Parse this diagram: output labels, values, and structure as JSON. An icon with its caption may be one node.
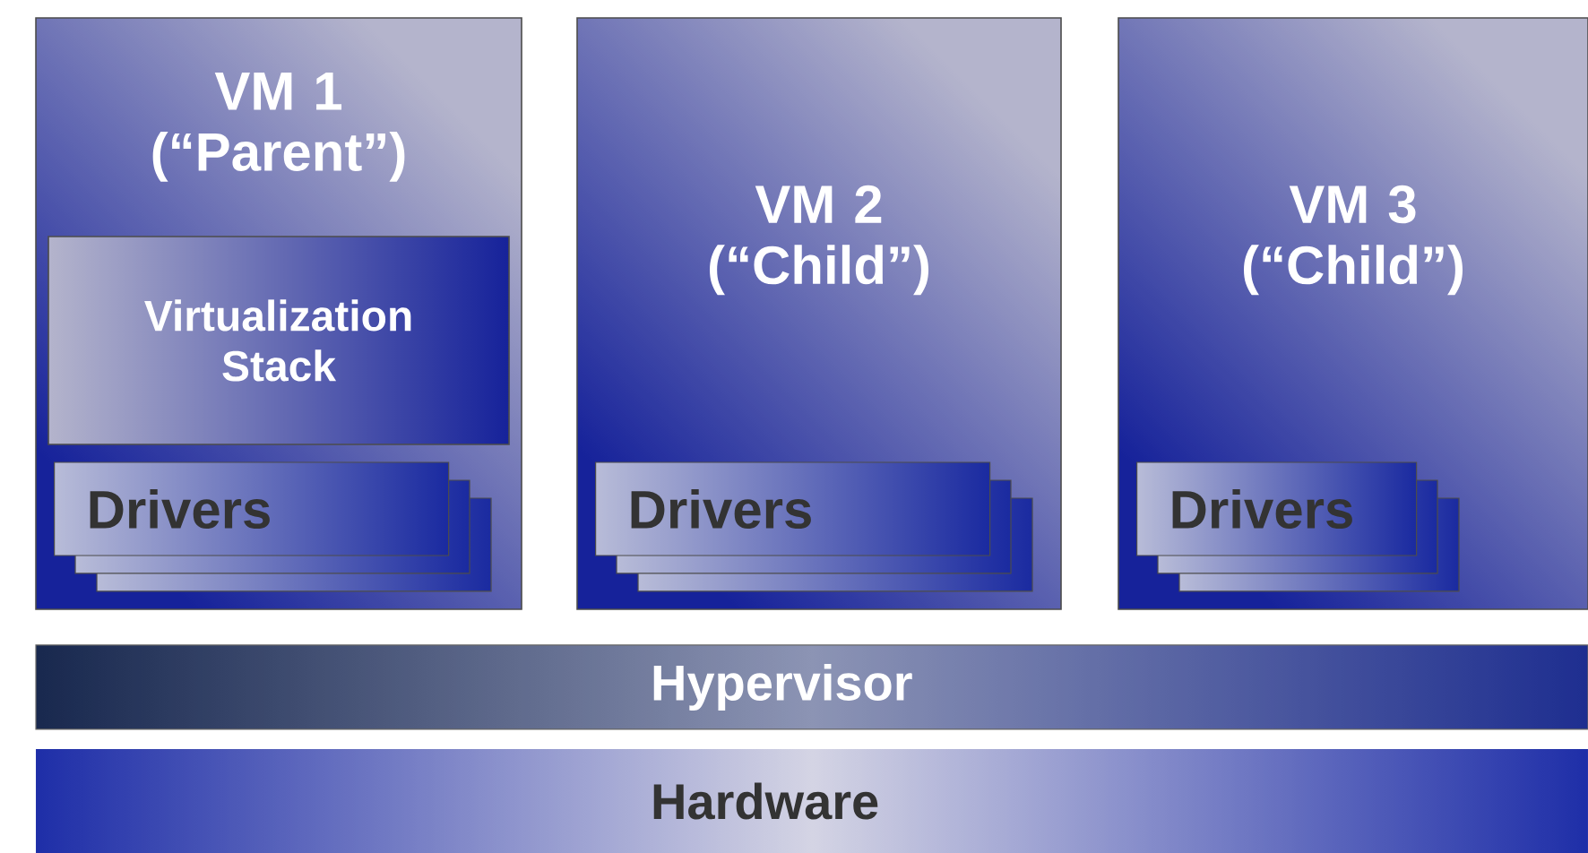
{
  "diagram": {
    "nodes": [
      {
        "text": [
          "VM 1 (“Parent”)"
        ]
      },
      {
        "text": [
          "Virtualization Stack"
        ],
        "in": 0
      },
      {
        "text": [
          "Drivers"
        ],
        "in": 0
      },
      {
        "text": [
          "VM 2 (“Child”)"
        ]
      },
      {
        "text": [
          "Drivers"
        ],
        "in": 3
      },
      {
        "text": [
          "VM 3 (“Child”)"
        ]
      },
      {
        "text": [
          "Drivers"
        ],
        "in": 5
      },
      {
        "text": [
          "Hypervisor"
        ]
      },
      {
        "text": [
          "Hardware"
        ]
      }
    ]
  }
}
